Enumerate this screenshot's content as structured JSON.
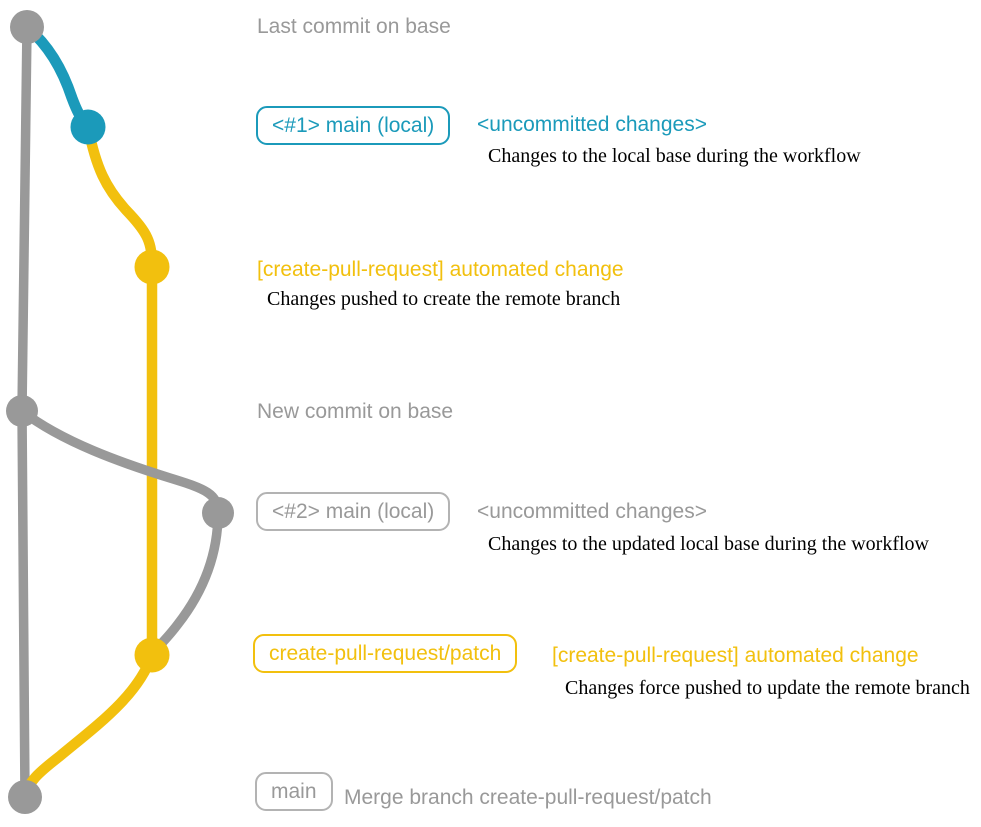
{
  "colors": {
    "gray": "#999999",
    "gray_light": "#b3b3b3",
    "blue": "#1b9aba",
    "yellow": "#f2c00e",
    "black": "#000000"
  },
  "annotations": {
    "row1_heading": "Last commit on base",
    "row2": {
      "badge": "<#1> main (local)",
      "note": "<uncommitted changes>",
      "desc": "Changes to the local base during the workflow"
    },
    "row3": {
      "title": "[create-pull-request] automated change",
      "desc": "Changes pushed to create the remote branch"
    },
    "row4_heading": "New commit on base",
    "row5": {
      "badge": "<#2> main (local)",
      "note": "<uncommitted changes>",
      "desc": "Changes to the updated local base during the workflow"
    },
    "row6": {
      "badge": "create-pull-request/patch",
      "title": "[create-pull-request] automated change",
      "desc": "Changes force pushed to update the remote branch"
    },
    "row7": {
      "badge": "main",
      "label": "Merge branch create-pull-request/patch"
    }
  },
  "graph": {
    "nodes": [
      {
        "id": "last-commit-on-base",
        "color": "gray"
      },
      {
        "id": "local-main-1-uncommitted",
        "color": "blue"
      },
      {
        "id": "remote-branch-created",
        "color": "yellow"
      },
      {
        "id": "new-commit-on-base",
        "color": "gray"
      },
      {
        "id": "local-main-2-uncommitted",
        "color": "gray"
      },
      {
        "id": "remote-branch-updated",
        "color": "yellow"
      },
      {
        "id": "merge-commit-main",
        "color": "gray"
      }
    ],
    "edges": [
      {
        "id": "base-branch-line",
        "color": "gray"
      },
      {
        "id": "local-uncommitted-changes-1",
        "color": "blue"
      },
      {
        "id": "create-pull-request-patch-branch",
        "color": "yellow"
      },
      {
        "id": "rebased-local-changes-2",
        "color": "gray"
      },
      {
        "id": "merge-into-main",
        "color": "yellow"
      }
    ]
  }
}
